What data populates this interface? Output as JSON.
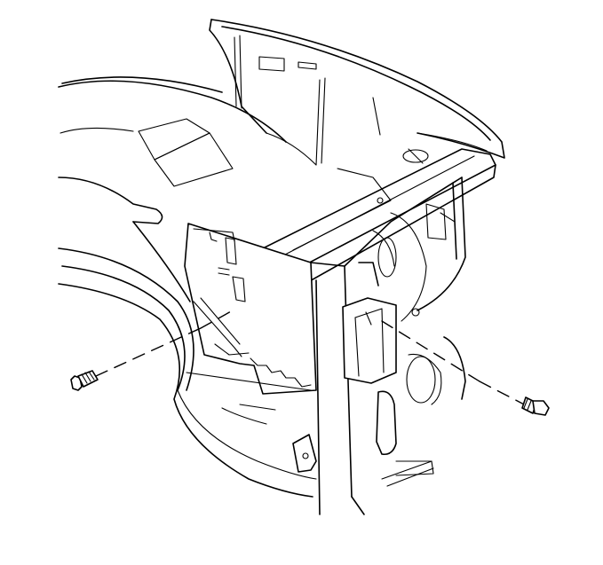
{
  "diagram": {
    "kind": "technical line illustration",
    "colors": {
      "ink": "#000000",
      "paper": "#ffffff"
    },
    "parts": [
      {
        "id": "hood-panel",
        "icon": "hood-shape"
      },
      {
        "id": "fender-panel",
        "icon": "fender-shape"
      },
      {
        "id": "radiator-support-bar",
        "icon": "crossbar-shape"
      },
      {
        "id": "mounting-bracket",
        "icon": "bracket-shape"
      },
      {
        "id": "wheelhouse-panel",
        "icon": "wheelhouse-shape"
      },
      {
        "id": "fastener-left",
        "icon": "bolt-icon"
      },
      {
        "id": "fastener-right",
        "icon": "bolt-icon"
      }
    ]
  }
}
